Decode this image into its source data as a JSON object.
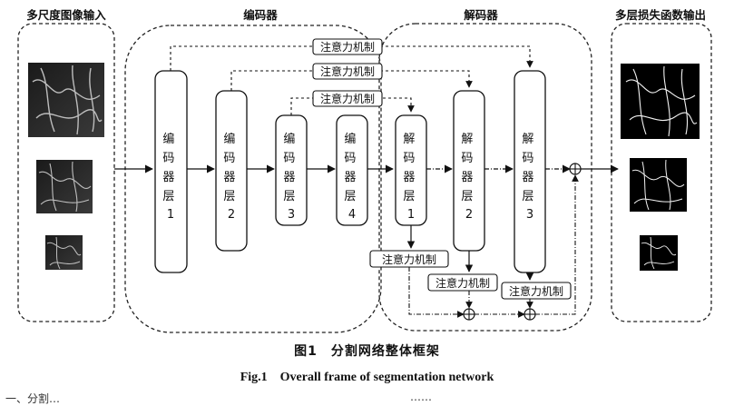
{
  "sections": {
    "input": "多尺度图像输入",
    "encoder": "编码器",
    "decoder": "解码器",
    "output": "多层损失函数输出"
  },
  "encoders": [
    {
      "chars": [
        "编",
        "码",
        "器",
        "层"
      ],
      "num": "1"
    },
    {
      "chars": [
        "编",
        "码",
        "器",
        "层"
      ],
      "num": "2"
    },
    {
      "chars": [
        "编",
        "码",
        "器",
        "层"
      ],
      "num": "3"
    },
    {
      "chars": [
        "编",
        "码",
        "器",
        "层"
      ],
      "num": "4"
    }
  ],
  "decoders": [
    {
      "chars": [
        "解",
        "码",
        "器",
        "层"
      ],
      "num": "1"
    },
    {
      "chars": [
        "解",
        "码",
        "器",
        "层"
      ],
      "num": "2"
    },
    {
      "chars": [
        "解",
        "码",
        "器",
        "层"
      ],
      "num": "3"
    }
  ],
  "attention_label": "注意力机制",
  "figure_caption_cn": "图1　分割网络整体框架",
  "figure_caption_en": "Fig.1　Overall frame of segmentation network",
  "cutoff_text": [
    "一、分割…",
    "……"
  ]
}
